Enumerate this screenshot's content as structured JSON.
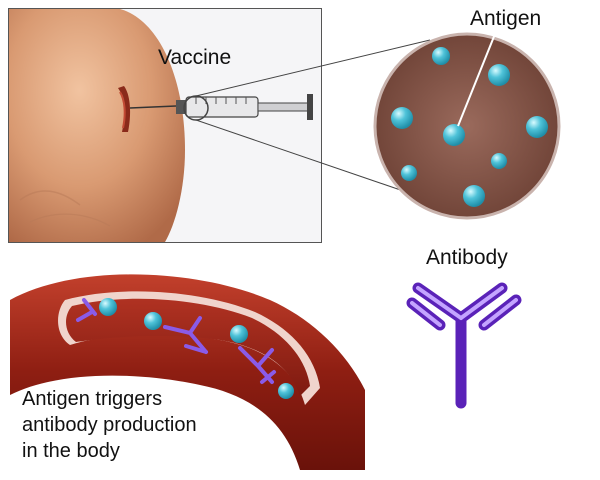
{
  "labels": {
    "vaccine": "Vaccine",
    "antigen": "Antigen",
    "antibody": "Antibody"
  },
  "caption": {
    "line1": "Antigen triggers",
    "line2": "antibody production",
    "line3": "in the body"
  },
  "colors": {
    "skin": "#d9a07a",
    "injection_panel_bg": "#f4f4f6",
    "antigen_blue": "#4fc3d9",
    "antibody_purple": "#7a3fd6",
    "zoom_circle_bg": "#8a5a4e",
    "vessel_red": "#a8281a",
    "vessel_lumen": "#b83a2a"
  },
  "icons": [
    "syringe-icon",
    "antigen-icon",
    "antibody-icon",
    "blood-vessel-icon",
    "arm-icon"
  ]
}
